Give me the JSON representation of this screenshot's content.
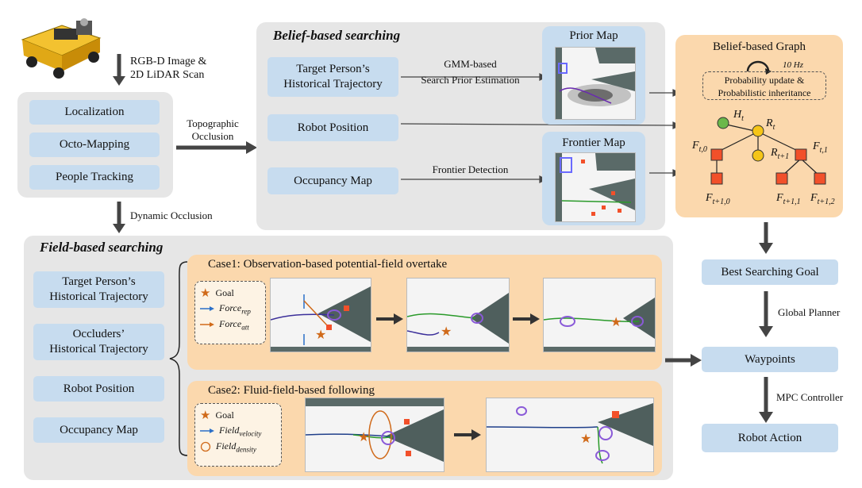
{
  "robot": {
    "sensor_label_line1": "RGB-D Image &",
    "sensor_label_line2": "2D LiDAR Scan"
  },
  "perception": {
    "items": [
      "Localization",
      "Octo-Mapping",
      "People Tracking"
    ]
  },
  "arrows": {
    "topographic_line1": "Topographic",
    "topographic_line2": "Occlusion",
    "dynamic": "Dynamic Occlusion",
    "gmm_line1": "GMM-based",
    "gmm_line2": "Search Prior Estimation",
    "frontier_detection": "Frontier Detection",
    "global_planner": "Global Planner",
    "mpc_controller": "MPC Controller"
  },
  "belief": {
    "title": "Belief-based searching",
    "inputs": [
      {
        "line1": "Target Person’s",
        "line2": "Historical Trajectory"
      },
      {
        "line1": "Robot Position",
        "line2": ""
      },
      {
        "line1": "Occupancy Map",
        "line2": ""
      }
    ],
    "prior_map": "Prior Map",
    "frontier_map": "Frontier Map"
  },
  "graph": {
    "title": "Belief-based Graph",
    "rate": "10 Hz",
    "update_line1": "Probability update &",
    "update_line2": "Probabilistic inheritance",
    "nodes": {
      "h": "H",
      "h_sub": "t",
      "r": "R",
      "r_sub": "t",
      "r1": "R",
      "r1_sub": "t+1",
      "f0": "F",
      "f0_sub": "t,0",
      "f1": "F",
      "f1_sub": "t,1",
      "f10": "F",
      "f10_sub": "t+1,0",
      "f11": "F",
      "f11_sub": "t+1,1",
      "f12": "F",
      "f12_sub": "t+1,2"
    }
  },
  "field": {
    "title": "Field-based searching",
    "inputs": [
      {
        "line1": "Target Person’s",
        "line2": "Historical Trajectory"
      },
      {
        "line1": "Occluders’",
        "line2": "Historical Trajectory"
      },
      {
        "line1": "Robot Position",
        "line2": ""
      },
      {
        "line1": "Occupancy Map",
        "line2": ""
      }
    ],
    "case1": {
      "title": "Case1: Observation-based potential-field overtake",
      "legend_goal": "Goal",
      "legend_rep": "Force",
      "legend_rep_sub": "rep",
      "legend_att": "Force",
      "legend_att_sub": "att"
    },
    "case2": {
      "title": "Case2: Fluid-field-based following",
      "legend_goal": "Goal",
      "legend_vel": "Field",
      "legend_vel_sub": "velocity",
      "legend_den": "Field",
      "legend_den_sub": "density"
    }
  },
  "output": {
    "best_goal": "Best Searching Goal",
    "waypoints": "Waypoints",
    "robot_action": "Robot Action"
  },
  "colors": {
    "grey_panel": "#e6e6e6",
    "orange_panel": "#fbd8ad",
    "blue_box": "#c7dcef",
    "node_green": "#6bb84a",
    "node_yellow": "#f5c518",
    "node_red": "#f2502a",
    "arrow": "#444444"
  }
}
